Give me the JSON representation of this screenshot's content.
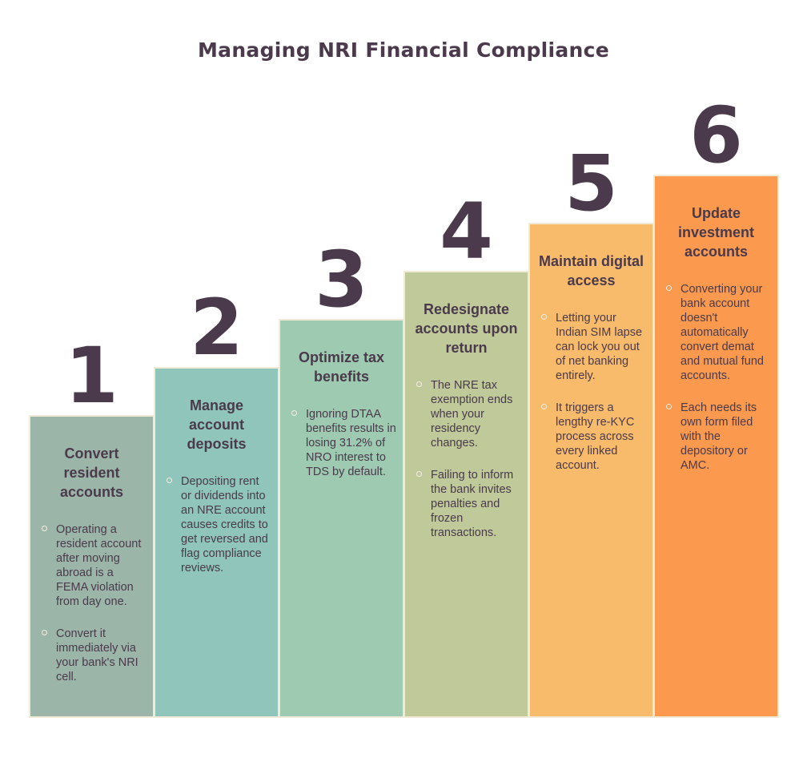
{
  "title": "Managing NRI Financial Compliance",
  "colors": {
    "text": "#4a3a4b",
    "step_backgrounds": [
      "#9cb5a9",
      "#8fc5bb",
      "#9dcab1",
      "#bfc99a",
      "#f8bb6b",
      "#fb9a4e"
    ],
    "border": "#f1ead6"
  },
  "steps": [
    {
      "number": "1",
      "title": "Convert resident accounts",
      "bullets": [
        "Operating a resident account after moving abroad is a FEMA violation from day one.",
        "Convert it immediately via your bank's NRI cell."
      ]
    },
    {
      "number": "2",
      "title": "Manage account deposits",
      "bullets": [
        "Depositing rent or dividends into an NRE account causes credits to get reversed and flag compliance reviews."
      ]
    },
    {
      "number": "3",
      "title": "Optimize tax benefits",
      "bullets": [
        "Ignoring DTAA benefits results in losing 31.2% of NRO interest to TDS by default."
      ]
    },
    {
      "number": "4",
      "title": "Redesignate accounts upon return",
      "bullets": [
        "The NRE tax exemption ends when your residency changes.",
        "Failing to inform the bank invites penalties and frozen transactions."
      ]
    },
    {
      "number": "5",
      "title": "Maintain digital access",
      "bullets": [
        "Letting your Indian SIM lapse can lock you out of net banking entirely.",
        "It triggers a lengthy re-KYC process across every linked account."
      ]
    },
    {
      "number": "6",
      "title": "Update investment accounts",
      "bullets": [
        "Converting your bank account doesn't automatically convert demat and mutual fund accounts.",
        "Each needs its own form filed with the depository or AMC."
      ]
    }
  ]
}
